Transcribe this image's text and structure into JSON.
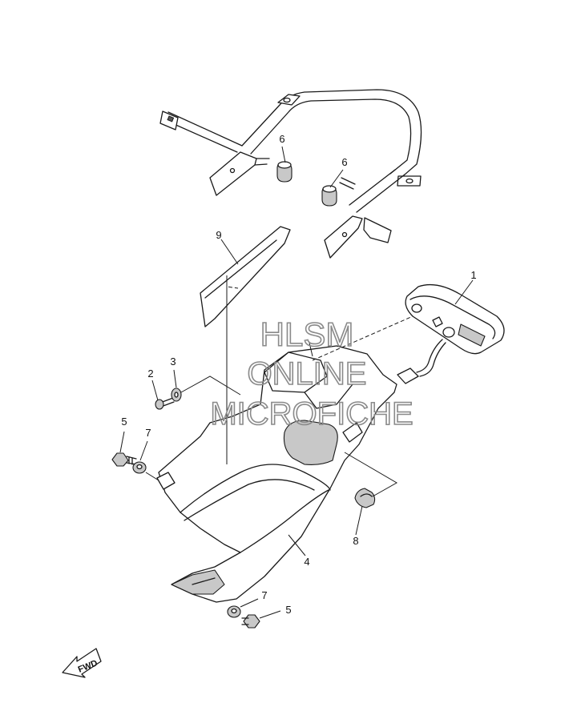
{
  "callouts": {
    "c1": "1",
    "c2": "2",
    "c3": "3",
    "c4": "4",
    "c5a": "5",
    "c5b": "5",
    "c6a": "6",
    "c6b": "6",
    "c7a": "7",
    "c7b": "7",
    "c8": "8",
    "c9": "9"
  },
  "watermark": {
    "line1": "HLSM",
    "line2": "ONLINE",
    "line3": "MICROFICHE",
    "color": "#8a8a8a"
  },
  "fwd_label": "FWD"
}
